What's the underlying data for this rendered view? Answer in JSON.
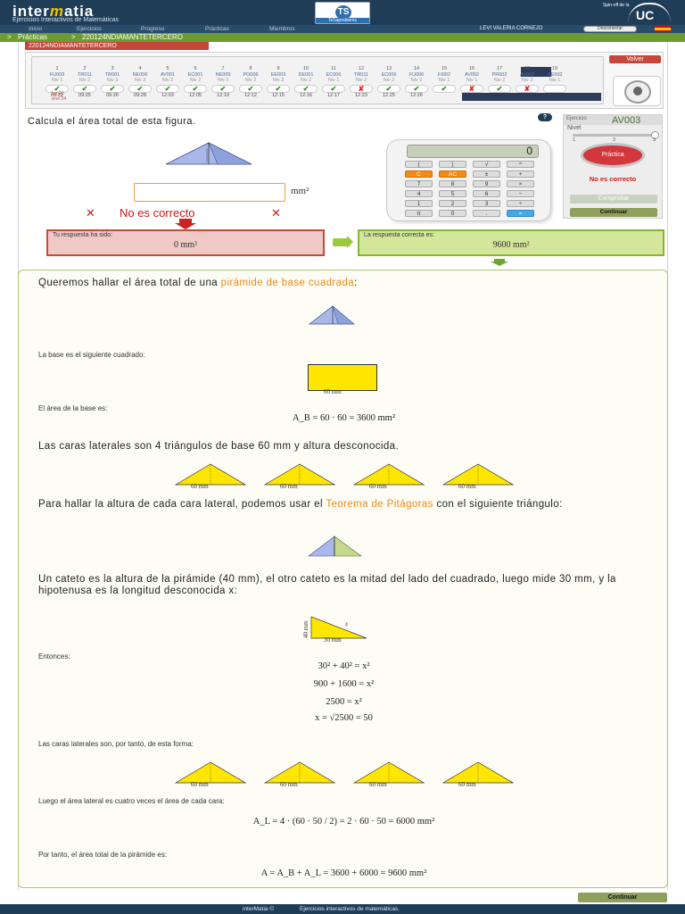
{
  "header": {
    "logo_left": "inter",
    "logo_mid": "m",
    "logo_right": "atia",
    "tagline": "Ejercicios Interactivos de Matemáticas",
    "center_logo_text": "TS",
    "center_logo_caption": "TeSaproblems",
    "uni_small_text": "Spin-off de la",
    "uni_letters": "UC"
  },
  "nav": {
    "items": [
      "Inicio",
      "Ejercicios",
      "Progreso",
      "Prácticas",
      "Miembros"
    ],
    "user": "LEVI VALERIA CORNEJO",
    "logout": "Desconectar"
  },
  "breadcrumb": {
    "sep": ">",
    "level1": "Prácticas",
    "level2": "220124NDIAMANTETERCERO"
  },
  "session": {
    "tab_title": "220124NDIAMANTETERCERO",
    "volver": "Volver",
    "items": [
      {
        "n": "1",
        "code": "FU009",
        "level": "Niv 1",
        "mark": "✔",
        "state": "ok",
        "time": "09:22"
      },
      {
        "n": "2",
        "code": "TR011",
        "level": "Niv 2",
        "mark": "✔",
        "state": "ok",
        "time": "09:25"
      },
      {
        "n": "3",
        "code": "TR001",
        "level": "Niv 3",
        "mark": "✔",
        "state": "ok",
        "time": "09:26"
      },
      {
        "n": "4",
        "code": "NE006",
        "level": "Niv 3",
        "mark": "✔",
        "state": "ok",
        "time": "09:28"
      },
      {
        "n": "5",
        "code": "AV001",
        "level": "Niv 2",
        "mark": "✔",
        "state": "ok",
        "time": "12:03"
      },
      {
        "n": "6",
        "code": "EC001",
        "level": "Niv 2",
        "mark": "✔",
        "state": "ok",
        "time": "12:05"
      },
      {
        "n": "7",
        "code": "NE009",
        "level": "Niv 2",
        "mark": "✔",
        "state": "ok",
        "time": "12:10"
      },
      {
        "n": "8",
        "code": "PO006",
        "level": "Niv 2",
        "mark": "✔",
        "state": "ok",
        "time": "12:12"
      },
      {
        "n": "9",
        "code": "EE003",
        "level": "Niv 2",
        "mark": "✔",
        "state": "ok",
        "time": "12:15"
      },
      {
        "n": "10",
        "code": "DE001",
        "level": "Niv 2",
        "mark": "✔",
        "state": "ok",
        "time": "12:16"
      },
      {
        "n": "11",
        "code": "EC006",
        "level": "Niv 1",
        "mark": "✔",
        "state": "ok",
        "time": "12:17"
      },
      {
        "n": "12",
        "code": "TR011",
        "level": "Niv 2",
        "mark": "✘",
        "state": "bad",
        "time": "12:23"
      },
      {
        "n": "13",
        "code": "EC006",
        "level": "Niv 2",
        "mark": "✔",
        "state": "ok",
        "time": "12:25"
      },
      {
        "n": "14",
        "code": "FU006",
        "level": "Niv 2",
        "mark": "✔",
        "state": "ok",
        "time": "12:26"
      },
      {
        "n": "15",
        "code": "FI002",
        "level": "Niv 1",
        "mark": "✔",
        "state": "ok",
        "time": ""
      },
      {
        "n": "16",
        "code": "AV002",
        "level": "Niv 1",
        "mark": "✘",
        "state": "bad",
        "time": ""
      },
      {
        "n": "17",
        "code": "PR002",
        "level": "Niv 2",
        "mark": "✔",
        "state": "ok",
        "time": ""
      },
      {
        "n": "18",
        "code": "AV003",
        "level": "Niv 3",
        "mark": "✘",
        "state": "cur",
        "time": ""
      },
      {
        "n": "19",
        "code": "GE002",
        "level": "Niv 1",
        "mark": "",
        "state": "none",
        "time": ""
      }
    ],
    "date_note": "Lu 22 ene'24"
  },
  "exercise": {
    "question": "Calcula el área total de esta figura.",
    "help": "?",
    "answer_value": "",
    "answer_unit": "mm²",
    "wrong_mark": "✕",
    "wrong_text": "No es correcto",
    "your_label": "Tu respuesta ha sido:",
    "your_value": "0 mm²",
    "correct_label": "La respuesta correcta es:",
    "correct_value": "9600 mm²"
  },
  "calculator": {
    "display": "0",
    "keys": [
      [
        "(",
        ")",
        "√",
        "^"
      ],
      [
        "C",
        "AC",
        "±",
        "+"
      ],
      [
        "7",
        "8",
        "9",
        "×"
      ],
      [
        "4",
        "5",
        "6",
        "−"
      ],
      [
        "1",
        "2",
        "3",
        "÷"
      ],
      [
        "π",
        "0",
        ".",
        "="
      ]
    ]
  },
  "panel": {
    "ej_label": "Ejercicio",
    "ej_code": "AV003",
    "nivel": "Nivel",
    "levels": [
      "1",
      "2",
      "3"
    ],
    "practica": "Práctica",
    "wrong": "No es correcto",
    "comprobar": "Comprobar",
    "continuar": "Continuar"
  },
  "solution": {
    "intro_a": "Queremos hallar el área total de una ",
    "intro_link": "pirámide de base cuadrada",
    "intro_b": ":",
    "base_text": "La base es el siguiente cuadrado:",
    "base_caption": "60 mm",
    "area_base_text": "El área de la base es:",
    "eq_base": "A_B = 60 · 60 = 3600 mm²",
    "caras_text": "Las caras laterales son 4 triángulos de base 60 mm y altura desconocida.",
    "tri_caption": "60 mm",
    "pit_a": "Para hallar la altura de cada cara lateral, podemos usar el ",
    "pit_link": "Teorema de Pitágoras",
    "pit_b": " con el siguiente triángulo:",
    "cateto_text": "Un cateto es la altura de la pirámide (40 mm), el otro cateto es la mitad del lado del cuadrado, luego mide 30 mm, y la hipotenusa es la longitud desconocida x:",
    "right_tri_v": "40 mm",
    "right_tri_h": "30 mm",
    "right_tri_x": "x",
    "entonces": "Entonces:",
    "eq1": "30² + 40² = x²",
    "eq2": "900 + 1600 = x²",
    "eq3": "2500 = x²",
    "eq4": "x = √2500 = 50",
    "caras_forma": "Las caras laterales son, por tanto, de esta forma:",
    "lateral_text": "Luego el área lateral es cuatro veces el área de cada cara:",
    "eq_lateral": "A_L = 4 · (60 · 50 / 2) = 2 · 60 · 50 = 6000 mm²",
    "total_text": "Por tanto, el área total de la pirámide es:",
    "eq_total": "A = A_B + A_L = 3600 + 6000 = 9600 mm²"
  },
  "bottom": {
    "continuar": "Continuar",
    "footer_left": "interMatia ©",
    "footer_right": "Ejercicios interactivos de matemáticas."
  },
  "colors": {
    "header": "#1f3d57",
    "green_bar": "#6b9c31",
    "red": "#c6473a",
    "orange_link": "#f08a1a"
  }
}
